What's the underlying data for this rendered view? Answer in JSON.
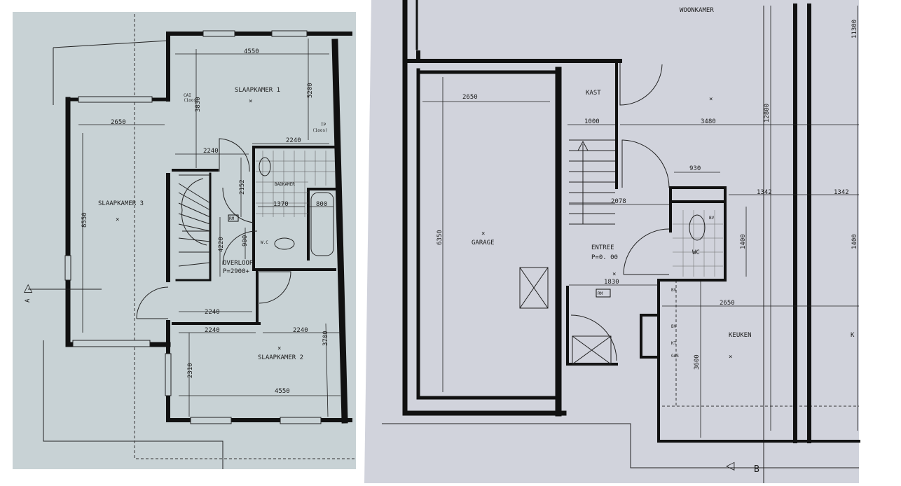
{
  "left_plan": {
    "rooms": {
      "bedroom1": "SLAAPKAMER 1",
      "bedroom2": "SLAAPKAMER 2",
      "bedroom3": "SLAAPKAMER 3",
      "bathroom": "BADKAMER",
      "landing": "OVERLOOP",
      "landing_level": "P=2900+",
      "wc": "W.C",
      "rm": "RM"
    },
    "annotations": {
      "cai": "CAI",
      "cai_sub": "(1oos)",
      "tp": "TP",
      "tp_sub": "(1oos)",
      "section_marker": "A"
    },
    "dimensions": {
      "top_width": "4550",
      "bedroom3_width": "2650",
      "bedroom3_length": "8550",
      "bedroom1_depth_left": "3830",
      "bedroom1_depth_right": "5200",
      "hall_top_left": "2240",
      "hall_top_right": "2240",
      "door_height": "2152",
      "bath_inner": "1370",
      "bath_tub": "800",
      "stair_length": "4220",
      "wc_depth": "900",
      "landing_bottom": "2240",
      "bedroom2_left": "2240",
      "bedroom2_right": "2240",
      "bedroom2_depth": "3700",
      "bedroom2_left_depth": "2310",
      "bottom_width": "4550"
    }
  },
  "right_plan": {
    "rooms": {
      "living": "WOONKAMER",
      "closet": "KAST",
      "garage": "GARAGE",
      "entrance": "ENTREE",
      "entrance_level": "P=0. 00",
      "wc": "WC",
      "kitchen": "KEUKEN",
      "kitchen_cut": "K",
      "rm": "RM"
    },
    "annotations": {
      "kt": "KT",
      "gas": "GAS",
      "bv1": "BV",
      "bv2": "BV",
      "bv3": "BV",
      "section_marker": "B"
    },
    "dimensions": {
      "garage_width": "2650",
      "closet_width": "1000",
      "living_width": "3480",
      "total_depth": "12800",
      "total_depth_2": "11300",
      "meter_width": "930",
      "offset_1": "1342",
      "offset_2": "1342",
      "stair_hall": "2078",
      "garage_length": "6350",
      "wc_length": "1400",
      "wc_length_2": "1400",
      "entrance_width": "1830",
      "kitchen_width": "2650",
      "kitchen_depth": "3600"
    }
  }
}
